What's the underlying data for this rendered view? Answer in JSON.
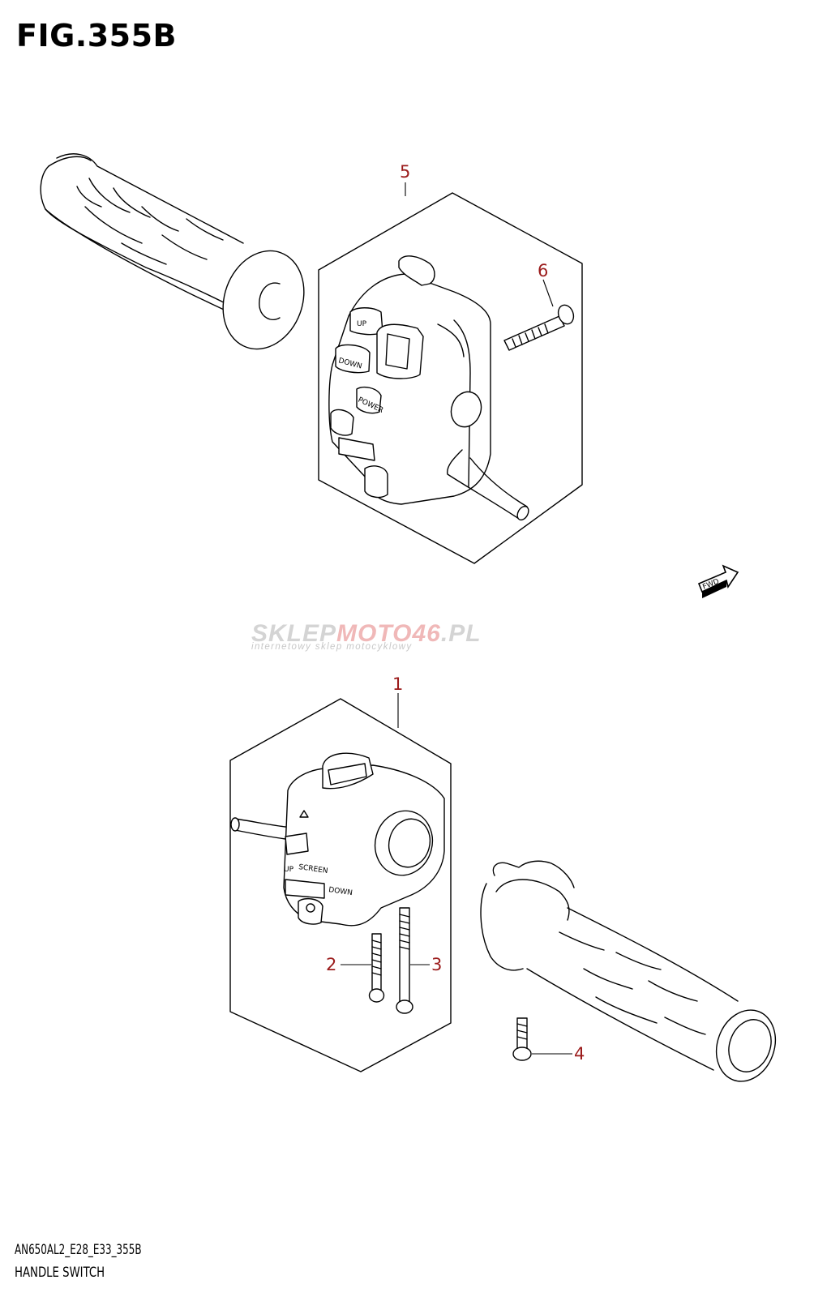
{
  "figure": {
    "title": "FIG.355B",
    "model_code": "AN650AL2_E28_E33_355B",
    "name": "HANDLE SWITCH"
  },
  "callouts": [
    {
      "id": "1",
      "label": "1"
    },
    {
      "id": "2",
      "label": "2"
    },
    {
      "id": "3",
      "label": "3"
    },
    {
      "id": "4",
      "label": "4"
    },
    {
      "id": "5",
      "label": "5"
    },
    {
      "id": "6",
      "label": "6"
    }
  ],
  "switch_labels": {
    "up": "UP",
    "down": "DOWN",
    "power": "POWER",
    "screen": "SCREEN",
    "screen_up": "UP",
    "screen_down": "DOWN",
    "fwd": "FWD"
  },
  "watermark": {
    "brand_a": "SKLEP",
    "brand_b": "MOTO",
    "brand_c": "46",
    "brand_d": ".PL",
    "tagline": "internetowy sklep motocyklowy"
  },
  "colors": {
    "callout": "#9b1b1b",
    "line": "#000000",
    "watermark": "#d4d4d4"
  }
}
